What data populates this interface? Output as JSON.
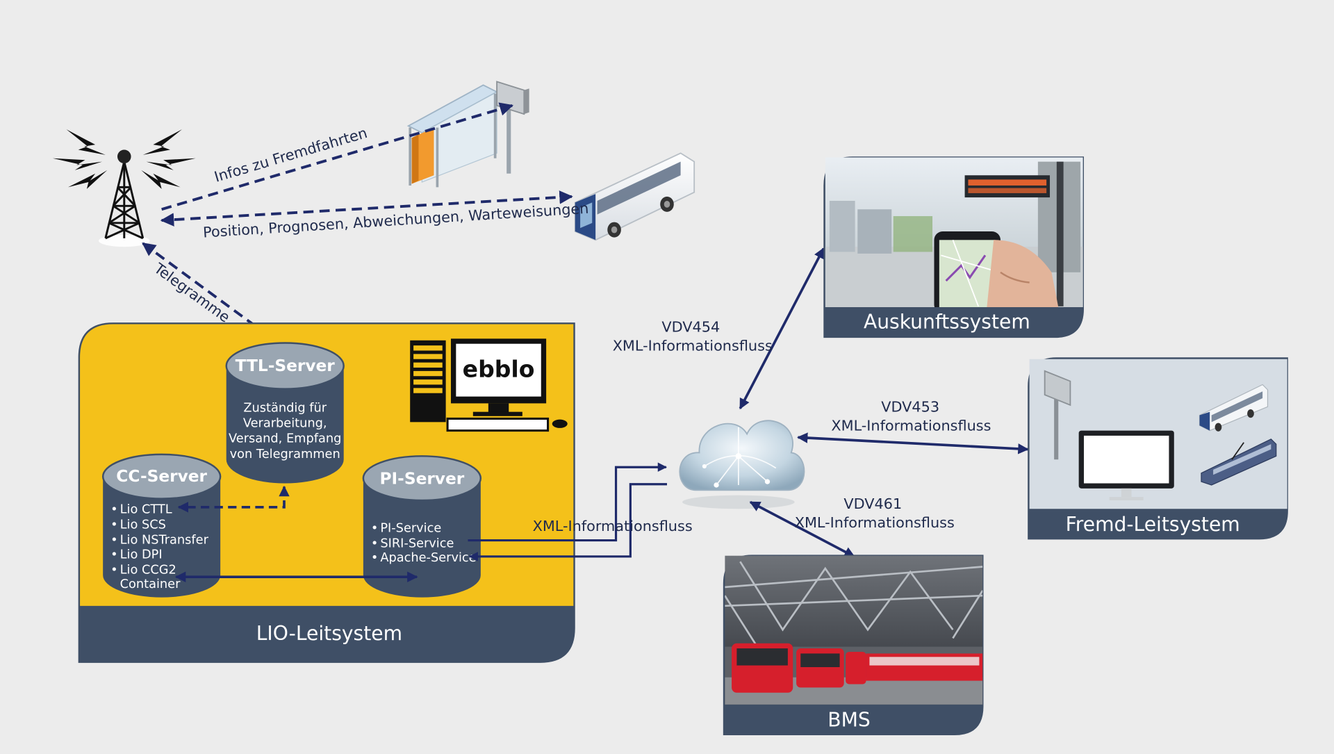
{
  "radio": {
    "to_shelter_label": "Infos zu Fremdfahrten",
    "to_bus_label": "Position, Prognosen, Abweichungen, Warteweisungen",
    "telegram_label": "Telegramme"
  },
  "lio_system": {
    "label": "LIO-Leitsystem",
    "logo_text": "ebblo",
    "ttl_server": {
      "title": "TTL-Server",
      "description": [
        "Zuständig für",
        "Verarbeitung,",
        "Versand, Empfang",
        "von Telegrammen"
      ]
    },
    "cc_server": {
      "title": "CC-Server",
      "items": [
        "Lio CTTL",
        "Lio SCS",
        "Lio NSTransfer",
        "Lio DPI",
        "Lio CCG2",
        "Container"
      ]
    },
    "pi_server": {
      "title": "PI-Server",
      "items": [
        "PI-Service",
        "SIRI-Service",
        "Apache-Service"
      ]
    },
    "pi_link_label": "XML-Informationsfluss"
  },
  "links": {
    "auskunft": {
      "protocol": "VDV454",
      "flow": "XML-Informationsfluss"
    },
    "fremd": {
      "protocol": "VDV453",
      "flow": "XML-Informationsfluss"
    },
    "bms": {
      "protocol": "VDV461",
      "flow": "XML-Informationsfluss"
    }
  },
  "systems": {
    "auskunft": {
      "label": "Auskunftssystem"
    },
    "fremd": {
      "label": "Fremd-Leitsystem"
    },
    "bms": {
      "label": "BMS"
    }
  },
  "colors": {
    "background": "#ececec",
    "navy": "#1f2a6a",
    "panel_dark": "#3f4f66",
    "lio_yellow": "#f4c11a"
  }
}
